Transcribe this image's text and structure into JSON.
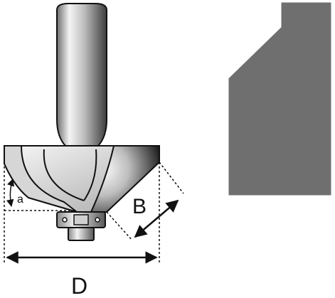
{
  "labels": {
    "angle": "a",
    "chamfer": "B",
    "diameter": "D"
  },
  "colors": {
    "outline": "#111111",
    "profile_fill": "#6f6f6f",
    "steel_light": "#f2f2f2",
    "steel_dark": "#3a3a3a",
    "background": "#ffffff"
  },
  "icons": {
    "router_bit": "router-bit-icon",
    "bearing": "bearing-icon",
    "profile": "chamfer-profile-icon"
  }
}
